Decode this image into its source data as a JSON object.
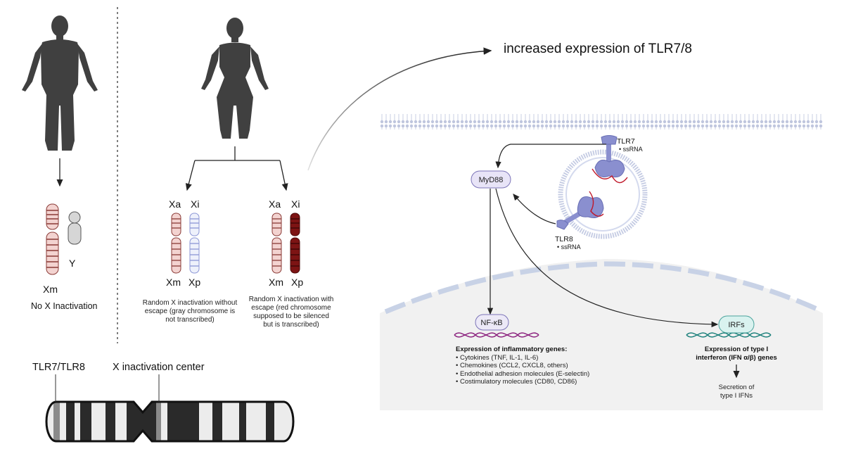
{
  "male": {
    "chromosome_labels": {
      "x": "Xm",
      "y": "Y"
    },
    "caption": "No X Inactivation"
  },
  "female_no_escape": {
    "labels": {
      "top_left": "Xa",
      "top_right": "Xi",
      "bottom_left": "Xm",
      "bottom_right": "Xp"
    },
    "caption": "Random X inactivation without escape (gray chromosome is not transcribed)"
  },
  "female_escape": {
    "labels": {
      "top_left": "Xa",
      "top_right": "Xi",
      "bottom_left": "Xm",
      "bottom_right": "Xp"
    },
    "caption": "Random X inactivation with escape (red chromosome supposed to be silenced but is transcribed)"
  },
  "x_map": {
    "label_tlr": "TLR7/TLR8",
    "label_xic": "X inactivation center"
  },
  "expression_title": "increased expression of TLR7/8",
  "pathway": {
    "tlr7": {
      "name": "TLR7",
      "ligand": "• ssRNA"
    },
    "tlr8": {
      "name": "TLR8",
      "ligand": "• ssRNA"
    },
    "adaptor": "MyD88",
    "nfkb": {
      "name": "NF-κB",
      "heading": "Expression of inflammatory genes:",
      "items": [
        "• Cytokines (TNF, IL-1, IL-6)",
        "• Chemokines (CCL2, CXCL8, others)",
        "• Endothelial adhesion molecules (E-selectin)",
        "• Costimulatory molecules (CD80, CD86)"
      ]
    },
    "irfs": {
      "name": "IRFs",
      "heading_line1": "Expression of type I",
      "heading_line2": "interferon (IFN α/β) genes",
      "secretion_line1": "Secretion of",
      "secretion_line2": "type I IFNs"
    }
  },
  "colors": {
    "silhouette": "#404040",
    "active_x": "#f3d3d0",
    "active_x_band": "#8a3a36",
    "inactive_x_gray": "#eef1fb",
    "inactive_x_band": "#8c96d6",
    "escape_x": "#7d1414",
    "receptor": "#8a8fcf",
    "myd88": "#e8e4f7",
    "irfs_fill": "#d9f2ef",
    "nucleus": "#f1f1f1",
    "dna_purple": "#8a1f7d",
    "dna_teal": "#1a7f7a"
  }
}
